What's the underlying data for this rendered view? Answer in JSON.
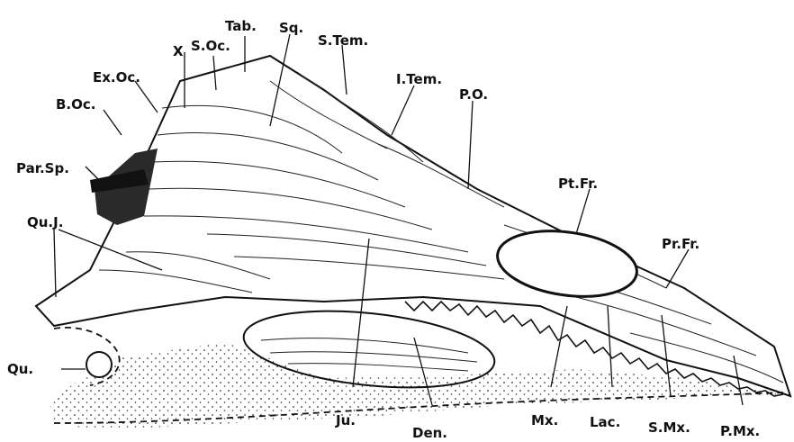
{
  "labels": {
    "x": "X",
    "s_oc": "S.Oc.",
    "tab": "Tab.",
    "sq": "Sq.",
    "s_tem": "S.Tem.",
    "i_tem": "I.Tem.",
    "ex_oc": "Ex.Oc.",
    "b_oc": "B.Oc.",
    "par_sp": "Par.Sp.",
    "p_o": "P.O.",
    "pt_fr": "Pt.Fr.",
    "qu_j": "Qu.J.",
    "pr_fr": "Pr.Fr.",
    "qu": "Qu.",
    "ju": "Ju.",
    "den": "Den.",
    "mx": "Mx.",
    "lac": "Lac.",
    "s_mx": "S.Mx.",
    "p_mx": "P.Mx."
  }
}
